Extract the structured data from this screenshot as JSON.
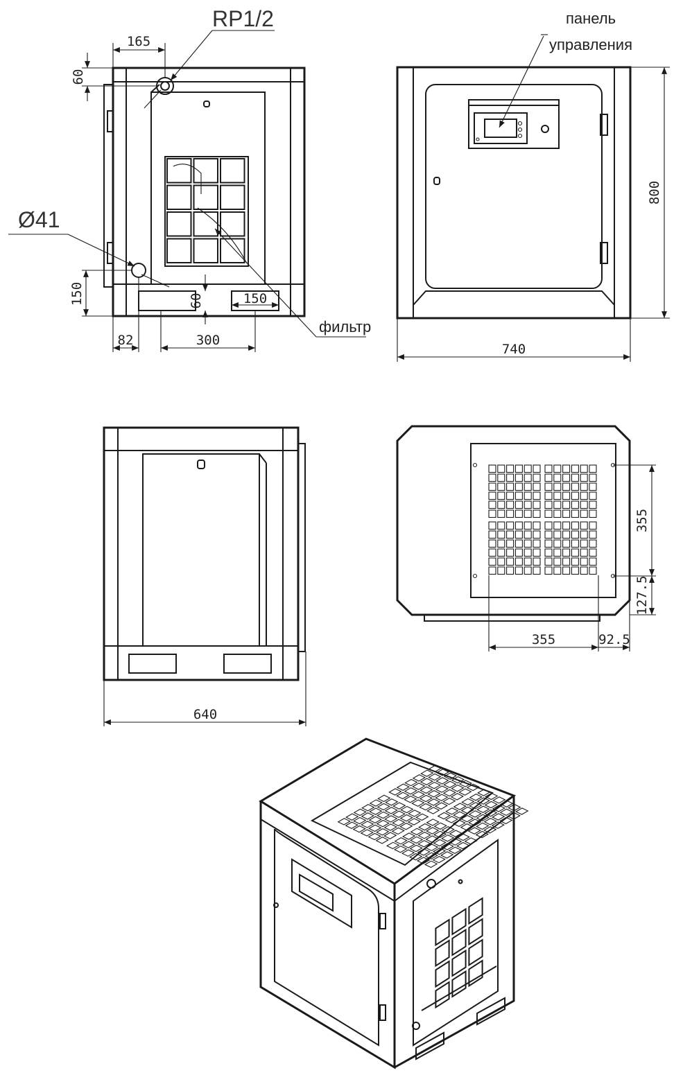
{
  "side_view_left": {
    "dims": {
      "inlet_width": "165",
      "inlet_height": "60",
      "drain_height": "150",
      "drain_offset": "82",
      "slot_pitch": "300",
      "slot_height": "60",
      "slot_width": "150"
    },
    "callouts": {
      "thread": "RP1/2",
      "diameter": "Ø41",
      "filter": "фильтр"
    }
  },
  "front_view": {
    "dims": {
      "width": "740",
      "height": "800"
    },
    "callouts": {
      "panel": "панель\nуправления",
      "panel_line1": "панель",
      "panel_line2": "управления"
    }
  },
  "rear_view": {
    "dims": {
      "width": "640"
    }
  },
  "top_view": {
    "dims": {
      "grille_height": "355",
      "grille_bottom_offset": "127.5",
      "grille_width": "355",
      "grille_right_offset": "92.5"
    }
  }
}
